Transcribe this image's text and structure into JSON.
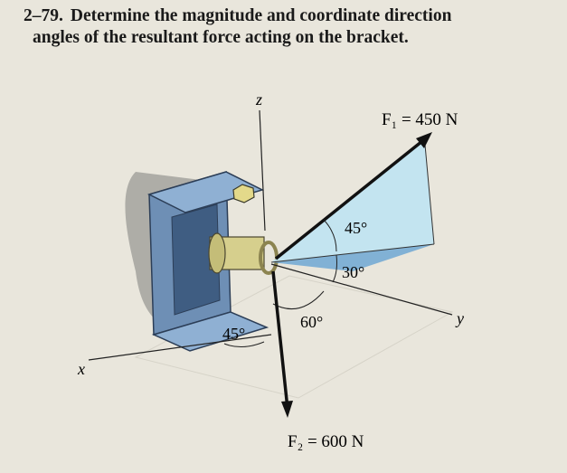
{
  "problem": {
    "number": "2–79.",
    "text_line1": "Determine the magnitude and coordinate direction",
    "text_line2": "angles of the resultant force acting on the bracket."
  },
  "figure": {
    "axis_z": "z",
    "axis_x": "x",
    "axis_y": "y",
    "force1_label": "F₁ = 450 N",
    "force2_label": "F₂ = 600 N",
    "angle_45_upper": "45°",
    "angle_30": "30°",
    "angle_60": "60°",
    "angle_45_lower": "45°"
  },
  "colors": {
    "bracket": "#6e8fb5",
    "bracket_dark": "#3f5d82",
    "eyebolt": "#cfc98a",
    "plane_light": "#bfe3f2",
    "plane_dark": "#6fa7d3"
  }
}
